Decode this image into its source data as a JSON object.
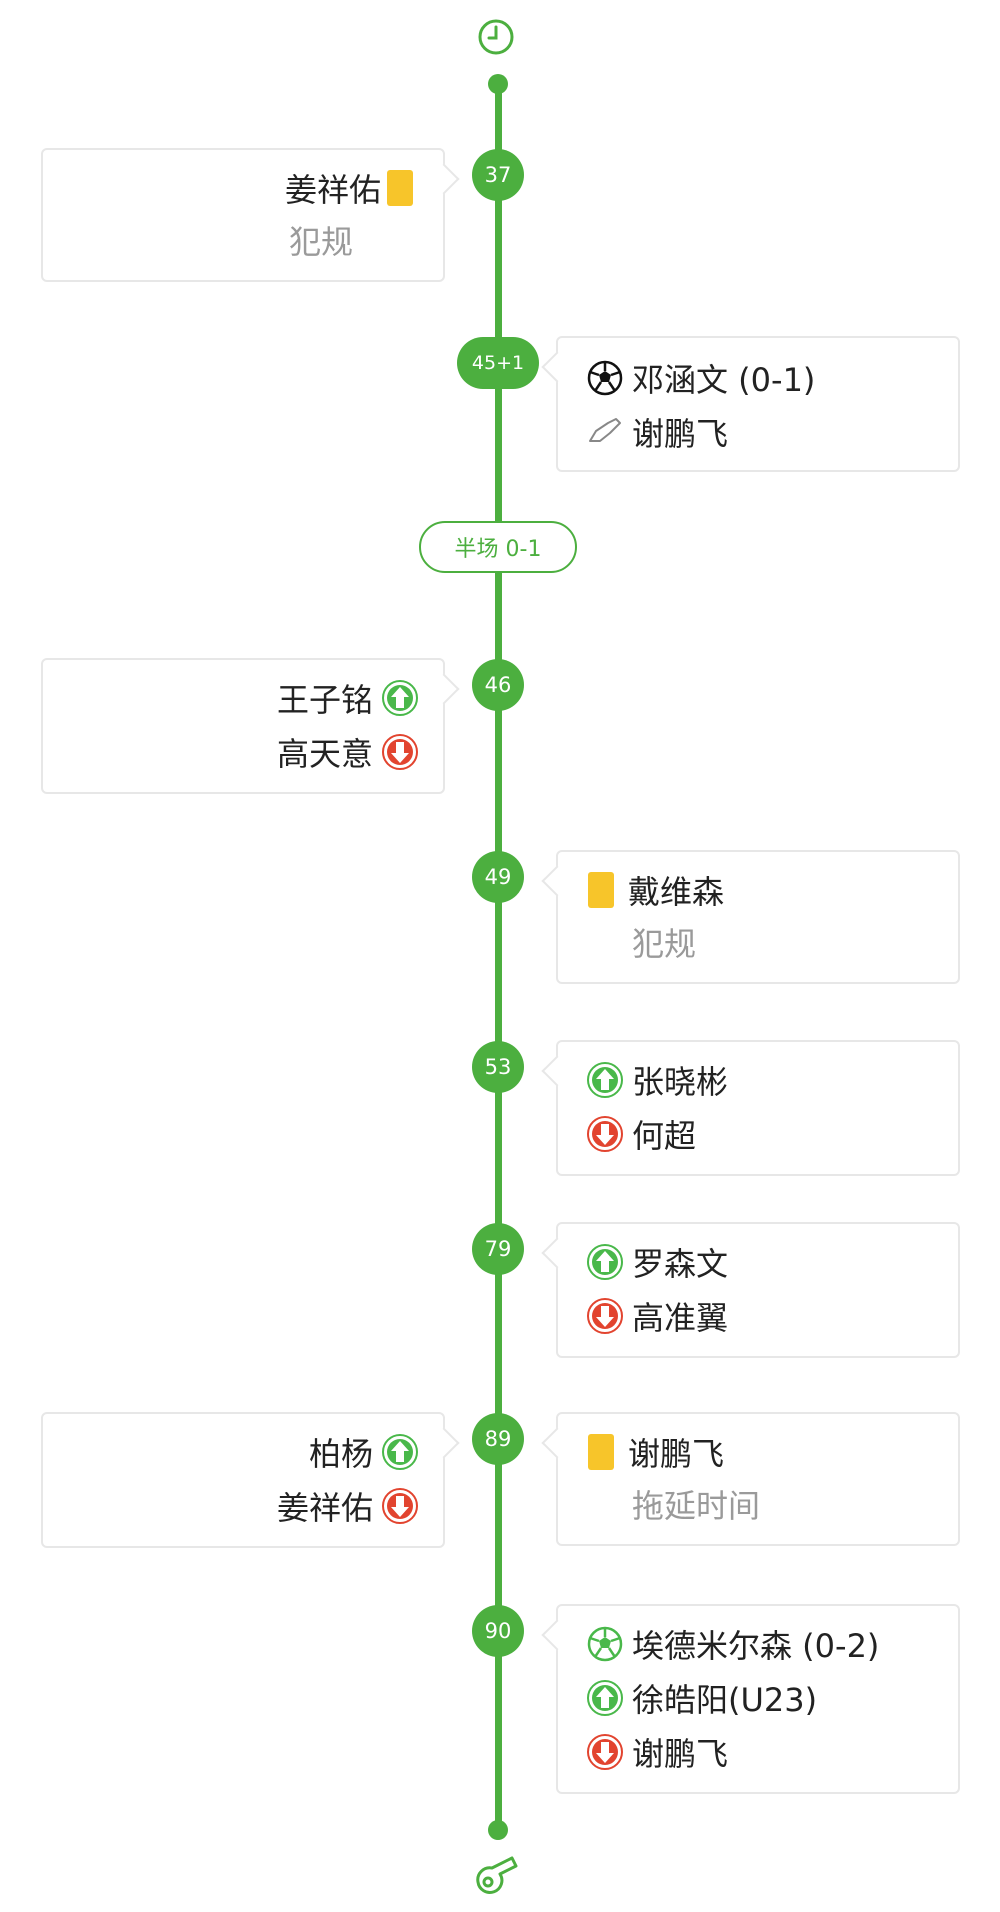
{
  "timeline": {
    "halftime_label": "半场 0-1",
    "events": [
      {
        "minute": "37",
        "side": "left",
        "lines": [
          {
            "text": "姜祥佑",
            "icon": "yellow-card"
          },
          {
            "text": "犯规",
            "icon": "none",
            "muted": true
          }
        ]
      },
      {
        "minute": "45+1",
        "side": "right",
        "lines": [
          {
            "text": "邓涵文  (0-1)",
            "icon": "soccer-ball"
          },
          {
            "text": "谢鹏飞",
            "icon": "assist-boot"
          }
        ]
      },
      {
        "minute": "46",
        "side": "left",
        "lines": [
          {
            "text": "王子铭",
            "icon": "sub-in-arrow"
          },
          {
            "text": "高天意",
            "icon": "sub-out-arrow"
          }
        ]
      },
      {
        "minute": "49",
        "side": "right",
        "lines": [
          {
            "text": "戴维森",
            "icon": "yellow-card"
          },
          {
            "text": "犯规",
            "icon": "none",
            "muted": true
          }
        ]
      },
      {
        "minute": "53",
        "side": "right",
        "lines": [
          {
            "text": "张晓彬",
            "icon": "sub-in-arrow"
          },
          {
            "text": "何超",
            "icon": "sub-out-arrow"
          }
        ]
      },
      {
        "minute": "79",
        "side": "right",
        "lines": [
          {
            "text": "罗森文",
            "icon": "sub-in-arrow"
          },
          {
            "text": "高准翼",
            "icon": "sub-out-arrow"
          }
        ]
      },
      {
        "minute": "89",
        "side": "left",
        "lines": [
          {
            "text": "柏杨",
            "icon": "sub-in-arrow"
          },
          {
            "text": "姜祥佑",
            "icon": "sub-out-arrow"
          }
        ]
      },
      {
        "minute": "89",
        "side": "right",
        "lines": [
          {
            "text": "谢鹏飞",
            "icon": "yellow-card"
          },
          {
            "text": "拖延时间",
            "icon": "none",
            "muted": true
          }
        ]
      },
      {
        "minute": "90",
        "side": "right",
        "lines": [
          {
            "text": "埃德米尔森  (0-2)",
            "icon": "soccer-ball"
          },
          {
            "text": "徐皓阳(U23)",
            "icon": "sub-in-arrow"
          },
          {
            "text": "谢鹏飞",
            "icon": "sub-out-arrow"
          }
        ]
      }
    ]
  },
  "colors": {
    "accent": "#4caf3f",
    "yellow_card": "#f7c52a",
    "sub_in": "#49b84a",
    "sub_out": "#e2442f",
    "muted_text": "#9a9a9a"
  }
}
